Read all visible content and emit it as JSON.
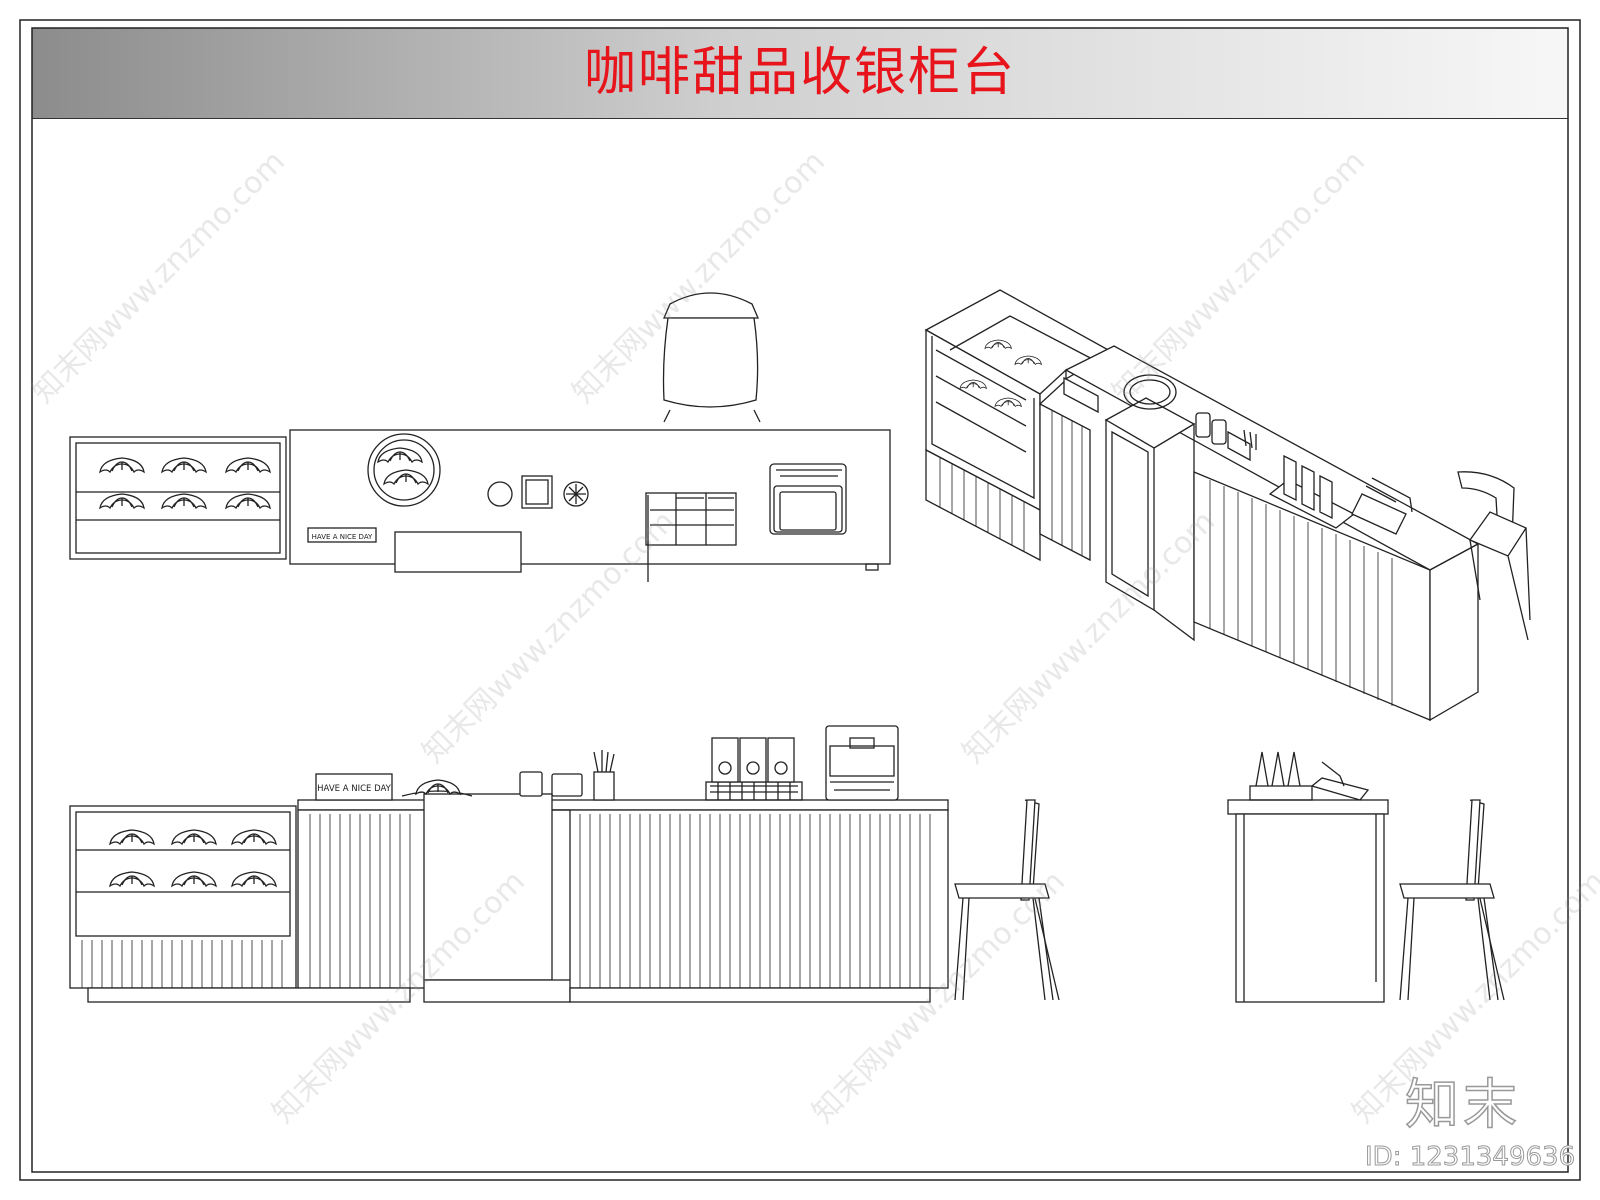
{
  "title": "咖啡甜品收银柜台",
  "sign_text": "HAVE A NICE DAY",
  "brand_logo": "知末",
  "image_id": "ID: 1231349636",
  "watermark": "知末网www.znzmo.com"
}
